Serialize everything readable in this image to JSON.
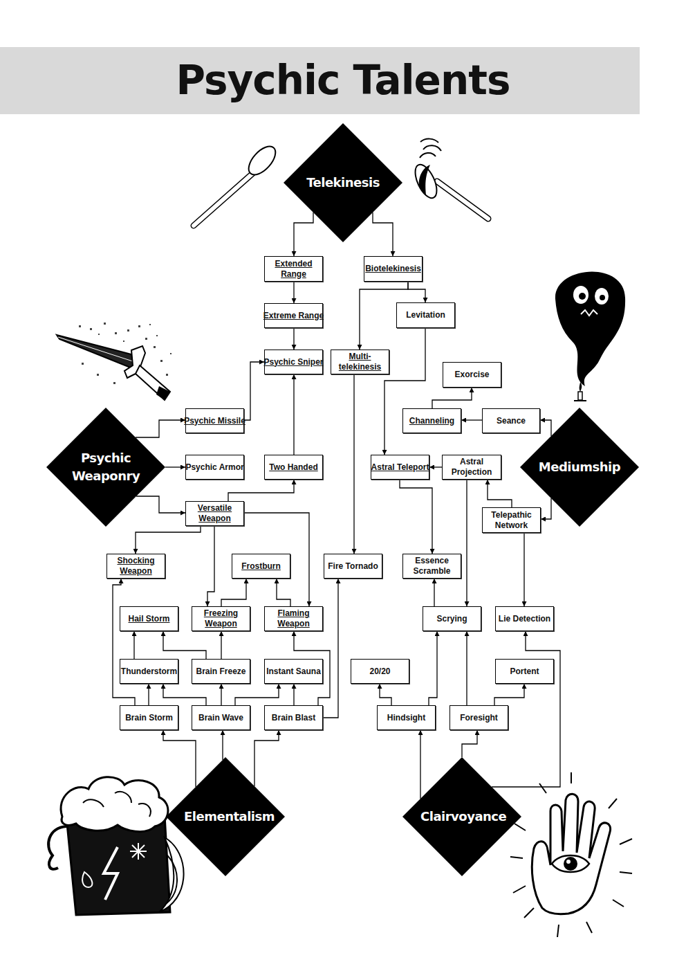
{
  "diagram": {
    "title": "Psychic Talents",
    "nodes": [
      {
        "text": [
          "Telekinesis"
        ]
      },
      {
        "text": [
          "Extended Range"
        ]
      },
      {
        "text": [
          "Biotelekinesis"
        ]
      },
      {
        "text": [
          "Extreme Range"
        ]
      },
      {
        "text": [
          "Levitation"
        ]
      },
      {
        "text": [
          "Psychic Sniper"
        ]
      },
      {
        "text": [
          "Multi-telekinesis"
        ]
      },
      {
        "text": [
          "Exorcise"
        ]
      },
      {
        "text": [
          "Psychic Missile"
        ]
      },
      {
        "text": [
          "Channeling"
        ]
      },
      {
        "text": [
          "Seance"
        ]
      },
      {
        "text": [
          "Psychic Weaponry"
        ]
      },
      {
        "text": [
          "Psychic Armor"
        ]
      },
      {
        "text": [
          "Two Handed"
        ]
      },
      {
        "text": [
          "Astral Teleport"
        ]
      },
      {
        "text": [
          "Astral Projection"
        ]
      },
      {
        "text": [
          "Mediumship"
        ]
      },
      {
        "text": [
          "Versatile Weapon"
        ]
      },
      {
        "text": [
          "Telepathic Network"
        ]
      },
      {
        "text": [
          "Shocking Weapon"
        ]
      },
      {
        "text": [
          "Frostburn"
        ]
      },
      {
        "text": [
          "Fire Tornado"
        ]
      },
      {
        "text": [
          "Essence Scramble"
        ]
      },
      {
        "text": [
          "Hail Storm"
        ]
      },
      {
        "text": [
          "Freezing Weapon"
        ]
      },
      {
        "text": [
          "Flaming Weapon"
        ]
      },
      {
        "text": [
          "Scrying"
        ]
      },
      {
        "text": [
          "Lie Detection"
        ]
      },
      {
        "text": [
          "Thunderstorm"
        ]
      },
      {
        "text": [
          "Brain Freeze"
        ]
      },
      {
        "text": [
          "Instant Sauna"
        ]
      },
      {
        "text": [
          "20/20"
        ]
      },
      {
        "text": [
          "Portent"
        ]
      },
      {
        "text": [
          "Brain Storm"
        ]
      },
      {
        "text": [
          "Brain Wave"
        ]
      },
      {
        "text": [
          "Brain Blast"
        ]
      },
      {
        "text": [
          "Hindsight"
        ]
      },
      {
        "text": [
          "Foresight"
        ]
      },
      {
        "text": [
          "Elementalism"
        ]
      },
      {
        "text": [
          "Clairvoyance"
        ]
      }
    ],
    "edges": [
      {
        "from": 0,
        "to": 1,
        "arrow": "to"
      },
      {
        "from": 0,
        "to": 2,
        "arrow": "to"
      },
      {
        "from": 1,
        "to": 3,
        "arrow": "to"
      },
      {
        "from": 3,
        "to": 5,
        "arrow": "to"
      },
      {
        "from": 2,
        "to": 6,
        "arrow": "to"
      },
      {
        "from": 2,
        "to": 4,
        "arrow": "to"
      },
      {
        "from": 4,
        "to": 14,
        "arrow": "to"
      },
      {
        "from": 6,
        "to": 21,
        "arrow": "to"
      },
      {
        "from": 11,
        "to": 8,
        "arrow": "to"
      },
      {
        "from": 11,
        "to": 12,
        "arrow": "to"
      },
      {
        "from": 11,
        "to": 17,
        "arrow": "to"
      },
      {
        "from": 8,
        "to": 5,
        "arrow": "to"
      },
      {
        "from": 13,
        "to": 5,
        "arrow": "to"
      },
      {
        "from": 17,
        "to": 13,
        "arrow": "to"
      },
      {
        "from": 17,
        "to": 19,
        "arrow": "to"
      },
      {
        "from": 17,
        "to": 24,
        "arrow": "to"
      },
      {
        "from": 17,
        "to": 25,
        "arrow": "to"
      },
      {
        "from": 24,
        "to": 20,
        "arrow": "to"
      },
      {
        "from": 25,
        "to": 20,
        "arrow": "to"
      },
      {
        "from": 33,
        "to": 28,
        "arrow": "to"
      },
      {
        "from": 33,
        "to": 19,
        "arrow": "to"
      },
      {
        "from": 34,
        "to": 28,
        "arrow": "to"
      },
      {
        "from": 34,
        "to": 29,
        "arrow": "to"
      },
      {
        "from": 34,
        "to": 30,
        "arrow": "to"
      },
      {
        "from": 35,
        "to": 30,
        "arrow": "to"
      },
      {
        "from": 35,
        "to": 25,
        "arrow": "to"
      },
      {
        "from": 35,
        "to": 21,
        "arrow": "to"
      },
      {
        "from": 28,
        "to": 23,
        "arrow": "to"
      },
      {
        "from": 29,
        "to": 23,
        "arrow": "to"
      },
      {
        "from": 29,
        "to": 24,
        "arrow": "to"
      },
      {
        "from": 38,
        "to": 33,
        "arrow": "to"
      },
      {
        "from": 38,
        "to": 34,
        "arrow": "to"
      },
      {
        "from": 38,
        "to": 35,
        "arrow": "to"
      },
      {
        "from": 39,
        "to": 36,
        "arrow": "to"
      },
      {
        "from": 39,
        "to": 37,
        "arrow": "to"
      },
      {
        "from": 39,
        "to": 27,
        "arrow": "to"
      },
      {
        "from": 36,
        "to": 31,
        "arrow": "to"
      },
      {
        "from": 36,
        "to": 26,
        "arrow": "to"
      },
      {
        "from": 37,
        "to": 26,
        "arrow": "to"
      },
      {
        "from": 37,
        "to": 32,
        "arrow": "to"
      },
      {
        "from": 26,
        "to": 22,
        "arrow": "to"
      },
      {
        "from": 15,
        "to": 26,
        "arrow": "to"
      },
      {
        "from": 14,
        "to": 22,
        "arrow": "to"
      },
      {
        "from": 15,
        "to": 14,
        "arrow": "to"
      },
      {
        "from": 16,
        "to": 10,
        "arrow": "to"
      },
      {
        "from": 16,
        "to": 18,
        "arrow": "to"
      },
      {
        "from": 10,
        "to": 9,
        "arrow": "to"
      },
      {
        "from": 9,
        "to": 7,
        "arrow": "to"
      },
      {
        "from": 18,
        "to": 15,
        "arrow": "to"
      },
      {
        "from": 18,
        "to": 27,
        "arrow": "to"
      }
    ]
  }
}
